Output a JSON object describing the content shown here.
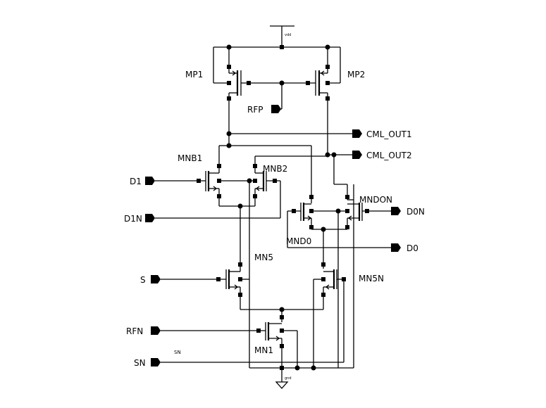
{
  "supply": {
    "vdd": "vdd",
    "gnd": "gnd"
  },
  "devices": {
    "mp1": "MP1",
    "mp2": "MP2",
    "mnb1": "MNB1",
    "mnb2": "MNB2",
    "mndon": "MNDON",
    "mnd0": "MND0",
    "mn5": "MN5",
    "mn5n": "MN5N",
    "mn1": "MN1"
  },
  "pins": {
    "rfp": "RFP",
    "cml_out1": "CML_OUT1",
    "cml_out2": "CML_OUT2",
    "d1": "D1",
    "d1n": "D1N",
    "d0n": "D0N",
    "d0": "D0",
    "s": "S",
    "rfn": "RFN",
    "sn": "SN"
  },
  "notes": {
    "sn_marker": "SN"
  }
}
